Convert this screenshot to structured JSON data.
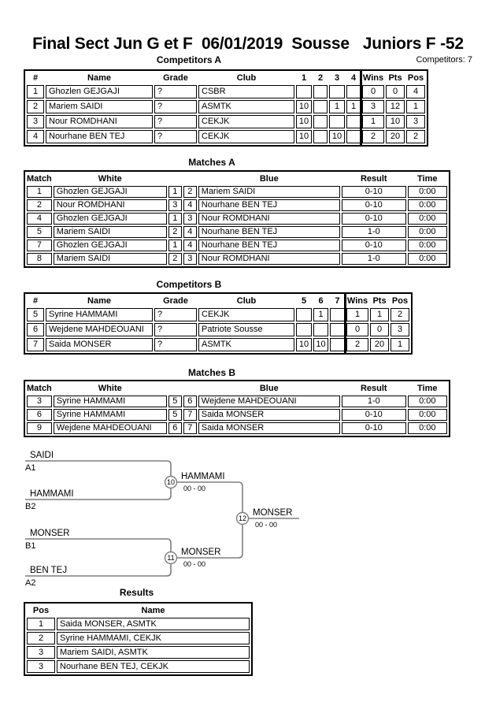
{
  "header": {
    "title": "Final Sect Jun G et F  06/01/2019  Sousse   Juniors F -52",
    "competitors_note": "Competitors: 7"
  },
  "tables": {
    "competitors_a": {
      "title": "Competitors A",
      "headers": {
        "num": "#",
        "name": "Name",
        "grade": "Grade",
        "club": "Club",
        "c1": "1",
        "c2": "2",
        "c3": "3",
        "c4": "4",
        "wins": "Wins",
        "pts": "Pts",
        "pos": "Pos"
      },
      "rows": [
        {
          "num": "1",
          "name": "Ghozlen GEJGAJI",
          "grade": "?",
          "club": "CSBR",
          "s1": "",
          "s2": "",
          "s3": "",
          "s4": "",
          "wins": "0",
          "pts": "0",
          "pos": "4"
        },
        {
          "num": "2",
          "name": "Mariem SAIDI",
          "grade": "?",
          "club": "ASMTK",
          "s1": "10",
          "s2": "",
          "s3": "1",
          "s4": "1",
          "wins": "3",
          "pts": "12",
          "pos": "1"
        },
        {
          "num": "3",
          "name": "Nour ROMDHANI",
          "grade": "?",
          "club": "CEKJK",
          "s1": "10",
          "s2": "",
          "s3": "",
          "s4": "",
          "wins": "1",
          "pts": "10",
          "pos": "3"
        },
        {
          "num": "4",
          "name": "Nourhane BEN TEJ",
          "grade": "?",
          "club": "CEKJK",
          "s1": "10",
          "s2": "",
          "s3": "10",
          "s4": "",
          "wins": "2",
          "pts": "20",
          "pos": "2"
        }
      ]
    },
    "matches_a": {
      "title": "Matches A",
      "headers": {
        "match": "Match",
        "white": "White",
        "blue": "Blue",
        "result": "Result",
        "time": "Time"
      },
      "rows": [
        {
          "match": "1",
          "white": "Ghozlen GEJGAJI",
          "wn": "1",
          "bn": "2",
          "blue": "Mariem SAIDI",
          "result": "0-10",
          "time": "0:00"
        },
        {
          "match": "2",
          "white": "Nour ROMDHANI",
          "wn": "3",
          "bn": "4",
          "blue": "Nourhane BEN TEJ",
          "result": "0-10",
          "time": "0:00"
        },
        {
          "match": "4",
          "white": "Ghozlen GEJGAJI",
          "wn": "1",
          "bn": "3",
          "blue": "Nour ROMDHANI",
          "result": "0-10",
          "time": "0:00"
        },
        {
          "match": "5",
          "white": "Mariem SAIDI",
          "wn": "2",
          "bn": "4",
          "blue": "Nourhane BEN TEJ",
          "result": "1-0",
          "time": "0:00"
        },
        {
          "match": "7",
          "white": "Ghozlen GEJGAJI",
          "wn": "1",
          "bn": "4",
          "blue": "Nourhane BEN TEJ",
          "result": "0-10",
          "time": "0:00"
        },
        {
          "match": "8",
          "white": "Mariem SAIDI",
          "wn": "2",
          "bn": "3",
          "blue": "Nour ROMDHANI",
          "result": "1-0",
          "time": "0:00"
        }
      ]
    },
    "competitors_b": {
      "title": "Competitors B",
      "headers": {
        "num": "#",
        "name": "Name",
        "grade": "Grade",
        "club": "Club",
        "c1": "5",
        "c2": "6",
        "c3": "7",
        "wins": "Wins",
        "pts": "Pts",
        "pos": "Pos"
      },
      "rows": [
        {
          "num": "5",
          "name": "Syrine HAMMAMI",
          "grade": "?",
          "club": "CEKJK",
          "s1": "",
          "s2": "1",
          "s3": "",
          "wins": "1",
          "pts": "1",
          "pos": "2"
        },
        {
          "num": "6",
          "name": "Wejdene MAHDEOUANI",
          "grade": "?",
          "club": "Patriote Sousse",
          "s1": "",
          "s2": "",
          "s3": "",
          "wins": "0",
          "pts": "0",
          "pos": "3"
        },
        {
          "num": "7",
          "name": "Saida MONSER",
          "grade": "?",
          "club": "ASMTK",
          "s1": "10",
          "s2": "10",
          "s3": "",
          "wins": "2",
          "pts": "20",
          "pos": "1"
        }
      ]
    },
    "matches_b": {
      "title": "Matches B",
      "headers": {
        "match": "Match",
        "white": "White",
        "blue": "Blue",
        "result": "Result",
        "time": "Time"
      },
      "rows": [
        {
          "match": "3",
          "white": "Syrine HAMMAMI",
          "wn": "5",
          "bn": "6",
          "blue": "Wejdene MAHDEOUANI",
          "result": "1-0",
          "time": "0:00"
        },
        {
          "match": "6",
          "white": "Syrine HAMMAMI",
          "wn": "5",
          "bn": "7",
          "blue": "Saida MONSER",
          "result": "0-10",
          "time": "0:00"
        },
        {
          "match": "9",
          "white": "Wejdene MAHDEOUANI",
          "wn": "6",
          "bn": "7",
          "blue": "Saida MONSER",
          "result": "0-10",
          "time": "0:00"
        }
      ]
    },
    "results": {
      "title": "Results",
      "headers": {
        "pos": "Pos",
        "name": "Name"
      },
      "rows": [
        {
          "pos": "1",
          "name": "Saida MONSER, ASMTK"
        },
        {
          "pos": "2",
          "name": "Syrine HAMMAMI, CEKJK"
        },
        {
          "pos": "3",
          "name": "Mariem SAIDI, ASMTK"
        },
        {
          "pos": "3",
          "name": "Nourhane BEN TEJ, CEKJK"
        }
      ]
    }
  },
  "bracket": {
    "entries": [
      {
        "name": "SAIDI",
        "seed": "A1"
      },
      {
        "name": "HAMMAMI",
        "seed": "B2"
      },
      {
        "name": "MONSER",
        "seed": "B1"
      },
      {
        "name": "BEN TEJ",
        "seed": "A2"
      }
    ],
    "semifinal_1": {
      "match_no": "10",
      "winner": "HAMMAMI",
      "score": "00 - 00"
    },
    "semifinal_2": {
      "match_no": "11",
      "winner": "MONSER",
      "score": "00 - 00"
    },
    "final": {
      "match_no": "12",
      "winner": "MONSER",
      "score": "00 - 00"
    }
  },
  "colors": {
    "line_gray": "#7e7e7e",
    "border_black": "#000000",
    "background": "#ffffff"
  }
}
